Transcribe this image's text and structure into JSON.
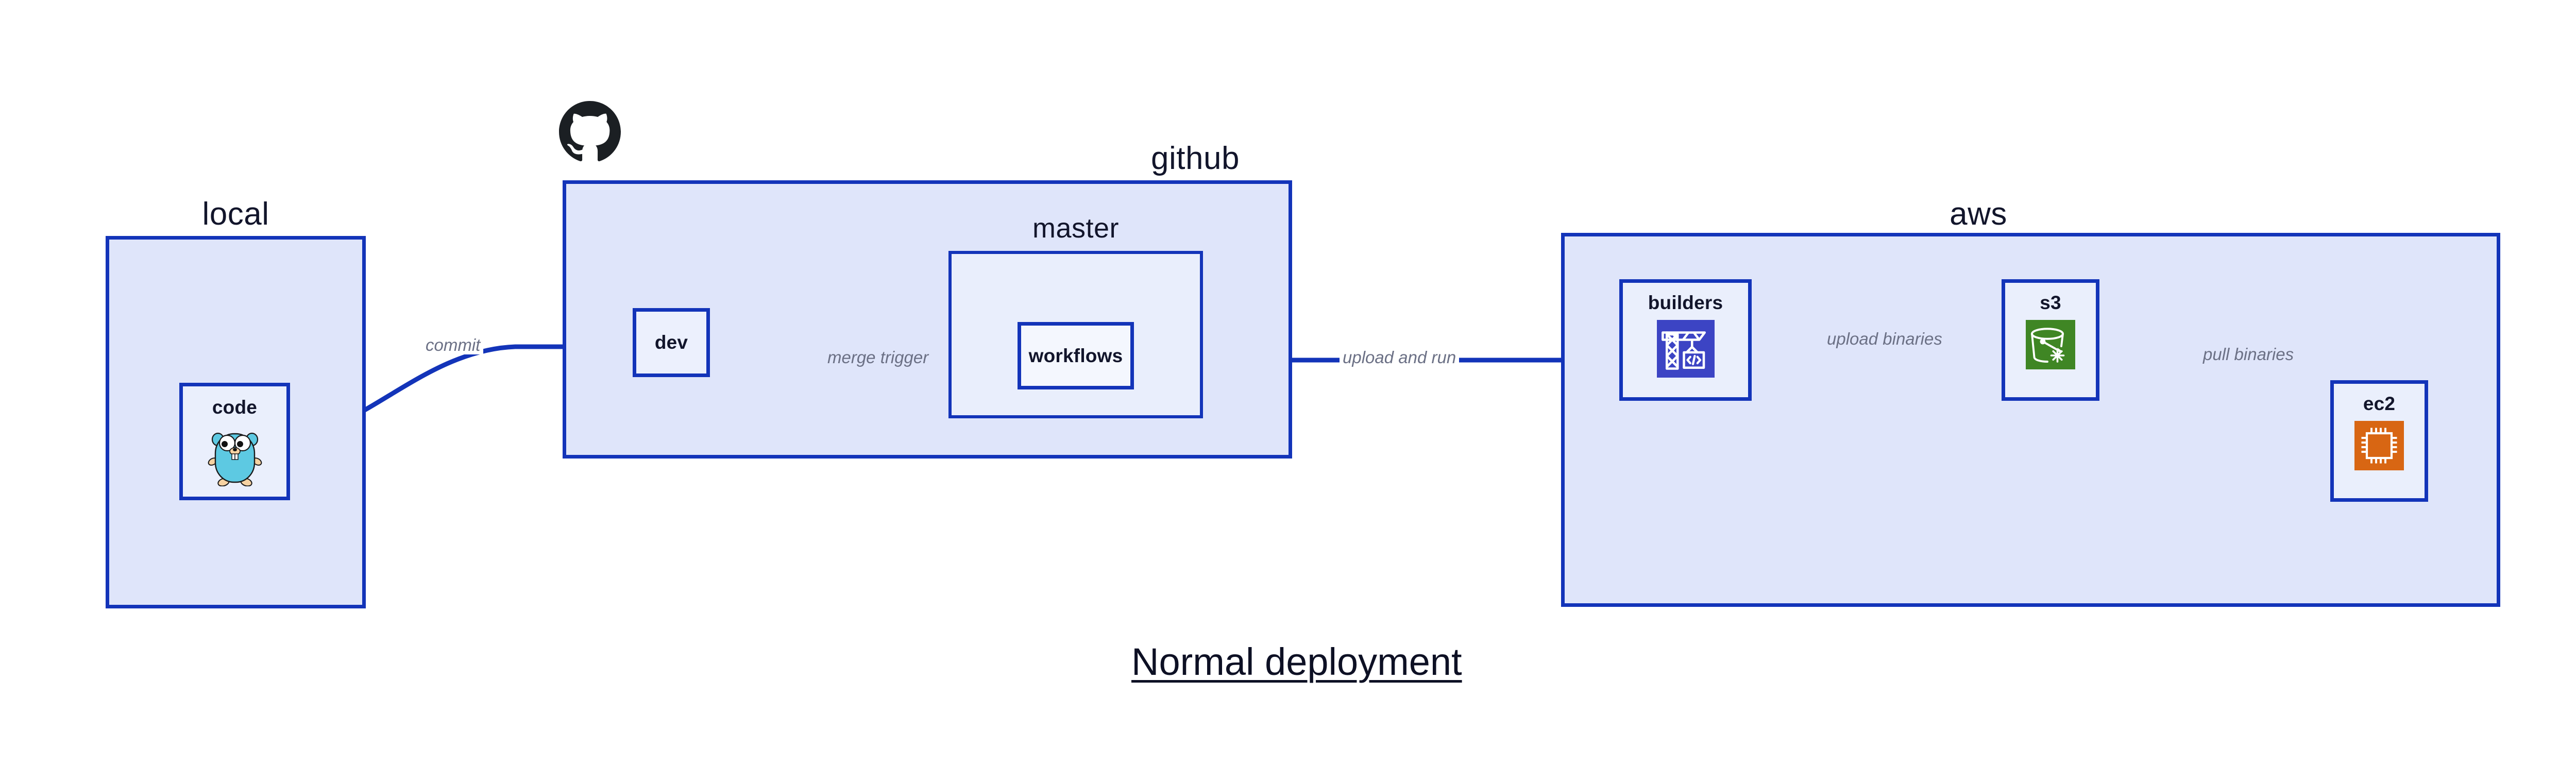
{
  "title": "Normal deployment",
  "colors": {
    "edge": "#1334b9",
    "group_fill": "#dfe5fa",
    "subgroup_fill": "#e9eefc",
    "node_fill": "#eaeffc",
    "node_white_fill": "#f4f7fe",
    "label_text": "#12152b",
    "edge_label_text": "#6b7085",
    "codebuild_icon": "#3c44c4",
    "s3_glacier_icon": "#3f8624",
    "ec2_icon": "#d86613",
    "gopher_body": "#5dc9e2",
    "gopher_limb": "#f6d2a2",
    "github_logo": "#1b1f23"
  },
  "groups": [
    {
      "id": "local",
      "label": "local"
    },
    {
      "id": "github",
      "label": "github"
    },
    {
      "id": "aws",
      "label": "aws"
    }
  ],
  "subgroups": [
    {
      "id": "master",
      "label": "master",
      "parent": "github"
    }
  ],
  "nodes": [
    {
      "id": "code",
      "label": "code",
      "parent": "local",
      "icon": "go-gopher-icon"
    },
    {
      "id": "dev",
      "label": "dev",
      "parent": "github",
      "icon": null
    },
    {
      "id": "workflows",
      "label": "workflows",
      "parent": "master",
      "icon": null
    },
    {
      "id": "builders",
      "label": "builders",
      "parent": "aws",
      "icon": "aws-codebuild-icon"
    },
    {
      "id": "s3",
      "label": "s3",
      "parent": "aws",
      "icon": "aws-s3-glacier-icon"
    },
    {
      "id": "ec2",
      "label": "ec2",
      "parent": "aws",
      "icon": "aws-ec2-icon"
    }
  ],
  "edges": [
    {
      "id": "commit",
      "label": "commit",
      "from": "code",
      "to": "dev",
      "style": "curved"
    },
    {
      "id": "merge-trigger",
      "label": "merge trigger",
      "from": "dev",
      "to": "workflows",
      "style": "straight"
    },
    {
      "id": "upload-and-run",
      "label": "upload and run",
      "from": "workflows",
      "to": "builders",
      "style": "straight"
    },
    {
      "id": "upload-binaries",
      "label": "upload binaries",
      "from": "builders",
      "to": "s3",
      "style": "straight"
    },
    {
      "id": "pull-binaries",
      "label": "pull binaries",
      "from": "s3",
      "to": "ec2",
      "style": "curved"
    }
  ],
  "icons": {
    "github_logo": "github-octocat-icon"
  }
}
